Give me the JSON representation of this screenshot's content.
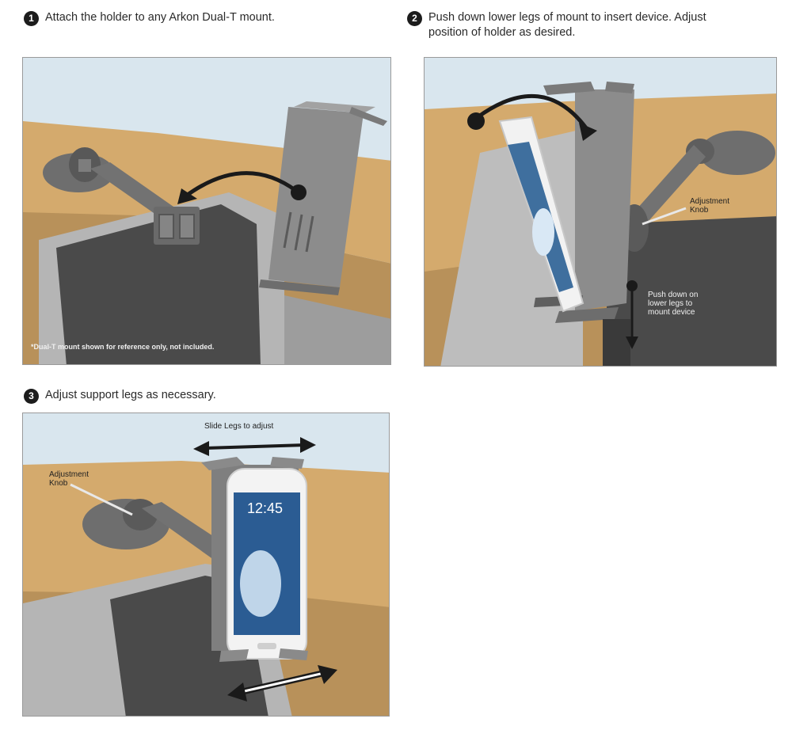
{
  "steps": [
    {
      "number": "1",
      "text": "Attach the holder to any Arkon Dual-T mount.",
      "footnote": "*Dual-T mount shown for reference only, not included."
    },
    {
      "number": "2",
      "text_line1": "Push down lower legs of mount to insert device. Adjust",
      "text_line2": "position of holder as desired.",
      "callout_adjustment": [
        "Adjustment",
        "Knob"
      ],
      "callout_push": [
        "Push down on",
        "lower legs to",
        "mount device"
      ]
    },
    {
      "number": "3",
      "text": "Adjust support legs as necessary.",
      "callout_slide": "Slide Legs to adjust",
      "callout_adjustment": [
        "Adjustment",
        "Knob"
      ],
      "phone_time": "12:45"
    }
  ],
  "colors": {
    "sky": "#d9e6ee",
    "dashboard": "#d4aa6d",
    "console": "#b5b5b5",
    "screen": "#4a4a4a",
    "mount": "#6e6e6e",
    "holder": "#8c8c8c"
  },
  "icons": [
    "curved-arrow-icon",
    "double-arrow-icon",
    "down-arrow-icon"
  ]
}
